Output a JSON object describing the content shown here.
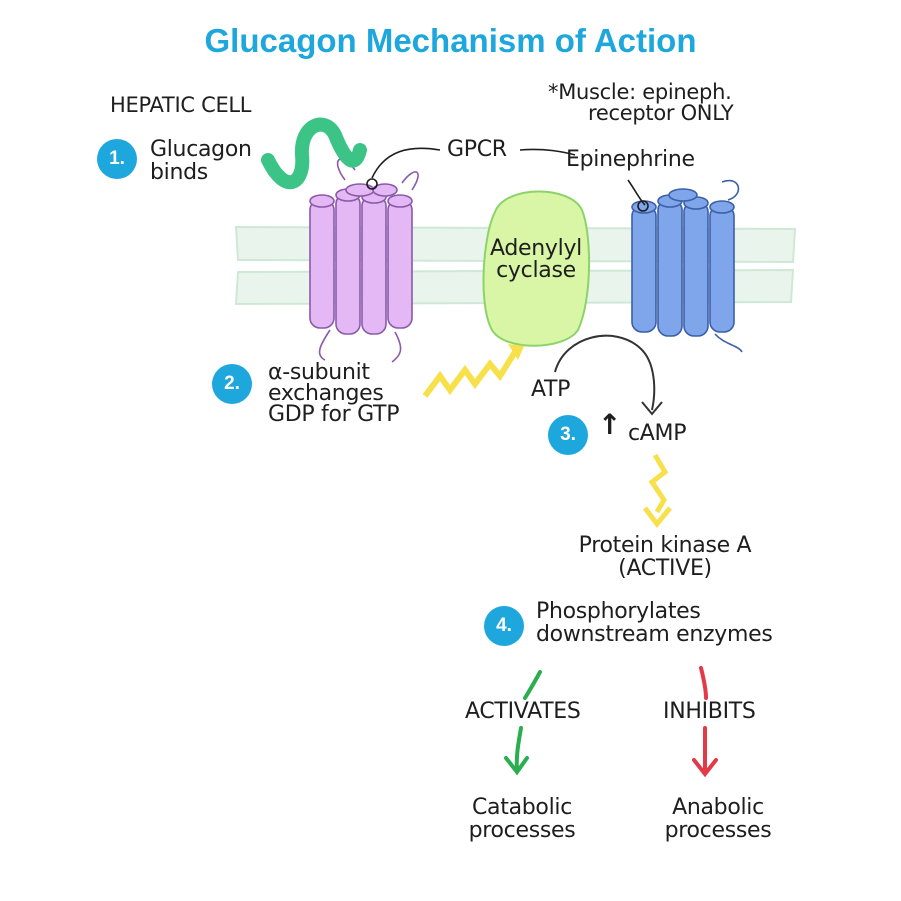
{
  "title": "Glucagon Mechanism of Action",
  "colors": {
    "accent": "#1ea7dc",
    "membrane": "#e9f5ec",
    "glucagon_receptor": "#e4b8f5",
    "epinephrine_receptor": "#7fa6ea",
    "adenylyl_cyclase": "#d8f6a6",
    "glucagon": "#3cc487",
    "signal_arrow": "#f7e04a",
    "activate_arrow": "#2bae4f",
    "inhibit_arrow": "#e23a47"
  },
  "labels": {
    "hepatic_cell": "HEPATIC CELL",
    "muscle_note_1": "*Muscle: epineph.",
    "muscle_note_2": "receptor ONLY",
    "gpcr": "GPCR",
    "epinephrine": "Epinephrine",
    "adenylyl": "Adenylyl",
    "cyclase": "cyclase",
    "atp": "ATP",
    "camp": "cAMP",
    "pka_1": "Protein kinase A",
    "pka_2": "(ACTIVE)",
    "activates": "ACTIVATES",
    "inhibits": "INHIBITS",
    "catabolic_1": "Catabolic",
    "catabolic_2": "processes",
    "anabolic_1": "Anabolic",
    "anabolic_2": "processes"
  },
  "steps": [
    {
      "number": "1.",
      "line1": "Glucagon",
      "line2": "binds"
    },
    {
      "number": "2.",
      "line1": "α-subunit",
      "line2": "exchanges",
      "line3": "GDP for GTP"
    },
    {
      "number": "3.",
      "prefix": "↑"
    },
    {
      "number": "4.",
      "line1": "Phosphorylates",
      "line2": "downstream enzymes"
    }
  ]
}
